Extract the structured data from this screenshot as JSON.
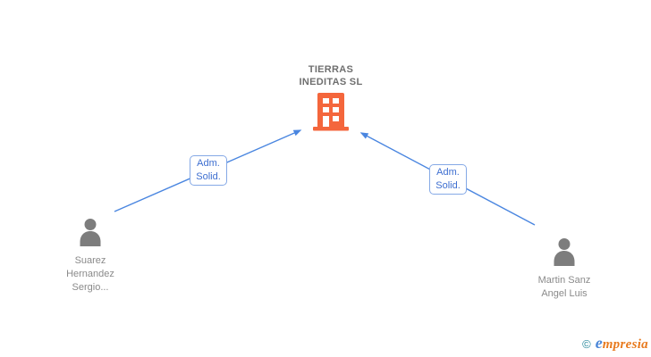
{
  "diagram": {
    "company": {
      "full_name": "TIERRAS INEDITAS SL",
      "name_lines": [
        "TIERRAS",
        "INEDITAS SL"
      ]
    },
    "edges": [
      {
        "from": "Suarez Hernandez Sergio...",
        "to": "TIERRAS INEDITAS SL",
        "label_lines": [
          "Adm.",
          "Solid."
        ],
        "label_full": "Adm. Solid."
      },
      {
        "from": "Martin Sanz Angel Luis",
        "to": "TIERRAS INEDITAS SL",
        "label_lines": [
          "Adm.",
          "Solid."
        ],
        "label_full": "Adm. Solid."
      }
    ],
    "persons": [
      {
        "full_name": "Suarez Hernandez Sergio...",
        "name_lines": [
          "Suarez",
          "Hernandez",
          "Sergio..."
        ]
      },
      {
        "full_name": "Martin Sanz Angel Luis",
        "name_lines": [
          "Martin Sanz",
          "Angel Luis"
        ]
      }
    ]
  },
  "footer": {
    "copyright_symbol": "©",
    "brand_initial": "e",
    "brand_rest": "mpresia",
    "brand_full": "Empresia"
  },
  "icons": {
    "company": "building-icon",
    "person": "person-icon",
    "arrow": "arrowhead-icon"
  },
  "colors": {
    "edge_blue": "#4a86e0",
    "label_border_blue": "#85a9e6",
    "label_text_blue": "#3d6ed0",
    "building_orange": "#f4663c",
    "person_gray": "#7d7d7d",
    "name_text_gray": "#8a8a8a",
    "title_gray": "#6f6f6f",
    "brand_teal": "#2b8a9c",
    "brand_blue": "#4a86d8",
    "brand_orange": "#e87a1e",
    "background": "#ffffff"
  }
}
